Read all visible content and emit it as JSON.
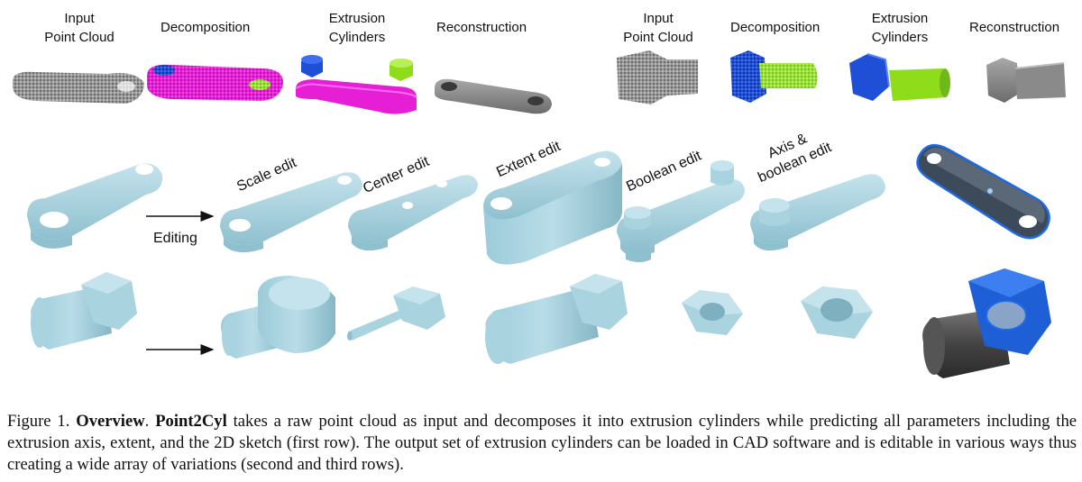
{
  "row1_left": {
    "labels": [
      {
        "line1": "Input",
        "line2": "Point Cloud"
      },
      {
        "line1": "Decomposition"
      },
      {
        "line1": "Extrusion",
        "line2": "Cylinders"
      },
      {
        "line1": "Reconstruction"
      }
    ]
  },
  "row1_right": {
    "labels": [
      {
        "line1": "Input",
        "line2": "Point Cloud"
      },
      {
        "line1": "Decomposition"
      },
      {
        "line1": "Extrusion",
        "line2": "Cylinders"
      },
      {
        "line1": "Reconstruction"
      }
    ]
  },
  "row2": {
    "arrow_label": "Editing",
    "edits": [
      "Scale edit",
      "Center edit",
      "Extent edit",
      "Boolean edit"
    ],
    "axis_edit": {
      "line1": "Axis &",
      "line2": "boolean edit"
    }
  },
  "caption": {
    "prefix": "Figure 1. ",
    "bold1": "Overview",
    "mid1": ". ",
    "bold2": "Point2Cyl",
    "text": " takes a raw point cloud as input and decomposes it into extrusion cylinders while predicting all parameters including the extrusion axis, extent, and the 2D sketch (first row). The output set of extrusion cylinders can be loaded in CAD software and is editable in various ways thus creating a wide array of variations (second and third rows)."
  },
  "colors": {
    "part_light_blue": "#a9d3df",
    "magenta": "#e61ed6",
    "lime": "#8fdc1a",
    "blue": "#1f4fd6",
    "gray": "#8a8a8a"
  }
}
